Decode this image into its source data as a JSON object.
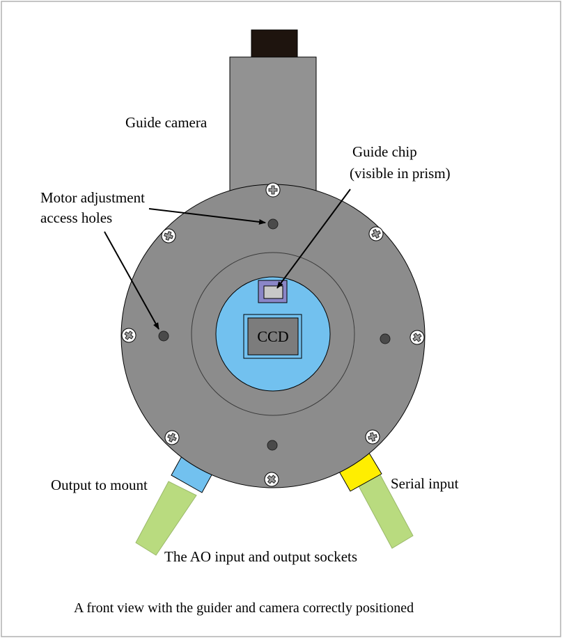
{
  "labels": {
    "guide_camera": "Guide camera",
    "guide_chip_line1": "Guide chip",
    "guide_chip_line2": "(visible in prism)",
    "motor_line1": "Motor adjustment",
    "motor_line2": "access holes",
    "ccd": "CCD",
    "output_to_mount": "Output to mount",
    "serial_input": "Serial input",
    "sockets": "The AO input and output sockets",
    "caption": "A front view with the guider and camera correctly positioned"
  },
  "colors": {
    "body": "#8c8c8c",
    "camera_body": "#929292",
    "camera_cap": "#1e140e",
    "optical_window": "#72c1ef",
    "prism_frame": "#8a86c8",
    "guide_chip": "#c8c8c8",
    "ccd_chip": "#7c7c7c",
    "screw": "#ffffff",
    "hole": "#4a4a4a",
    "output_socket": "#72c1ef",
    "serial_socket": "#ffee00",
    "cable": "#b9db7f"
  }
}
